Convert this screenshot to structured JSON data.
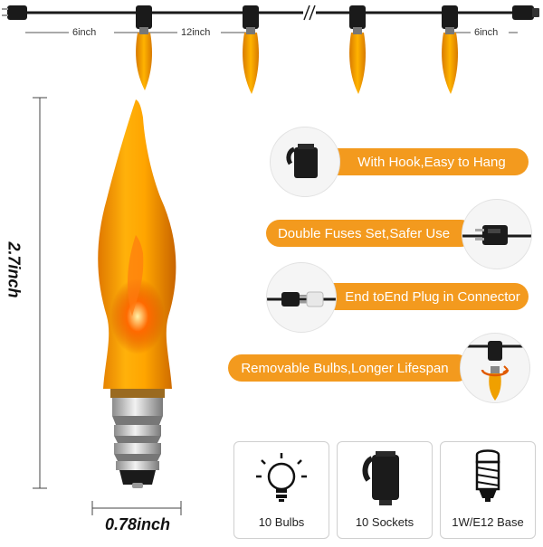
{
  "string_diagram": {
    "end_spacing_left": "6inch",
    "bulb_spacing": "12inch",
    "end_spacing_right": "6inch"
  },
  "bulb_dimensions": {
    "height": "2.7inch",
    "width": "0.78inch"
  },
  "features": [
    {
      "label": "With Hook,Easy to Hang",
      "icon": "hook-socket-icon"
    },
    {
      "label": "Double Fuses Set,Safer Use",
      "icon": "fused-plug-icon"
    },
    {
      "label": "End toEnd Plug in Connector",
      "icon": "connector-icon"
    },
    {
      "label": "Removable Bulbs,Longer Lifespan",
      "icon": "bulb-twist-icon"
    }
  ],
  "specs": [
    {
      "label": "10 Bulbs",
      "icon": "lightbulb-icon"
    },
    {
      "label": "10 Sockets",
      "icon": "socket-icon"
    },
    {
      "label": "1W/E12 Base",
      "icon": "e12-base-icon"
    }
  ],
  "colors": {
    "accent": "#f39a1e",
    "flame_bulb": "#f0a000",
    "cord": "#1a1a1a"
  }
}
